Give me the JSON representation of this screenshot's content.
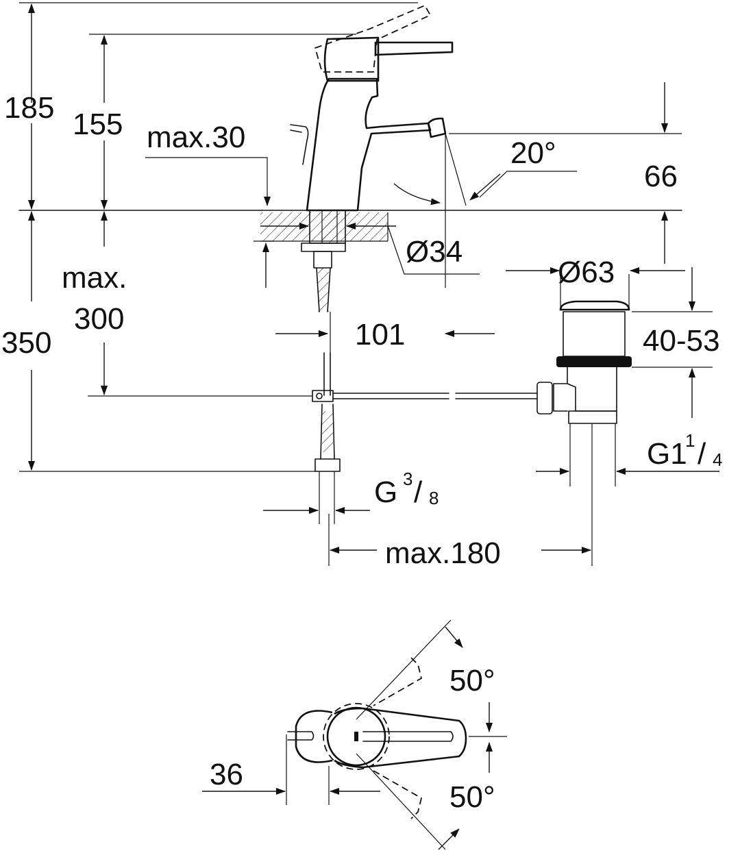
{
  "labels": {
    "h185": "185",
    "h155": "155",
    "max30": "max.30",
    "angle20": "20°",
    "h66": "66",
    "d34": "Ø34",
    "d63": "Ø63",
    "max300_line1": "max.",
    "max300_line2": "300",
    "h350": "350",
    "w101": "101",
    "range4053": "40-53",
    "g114_main": "G1",
    "g114_num": "1",
    "g114_den": "4",
    "g38_main": "G",
    "g38_num": "3",
    "g38_den": "8",
    "max180": "max.180",
    "angle50_top": "50°",
    "angle50_bottom": "50°",
    "w36": "36"
  },
  "colors": {
    "line": "#111111",
    "background": "#ffffff"
  }
}
